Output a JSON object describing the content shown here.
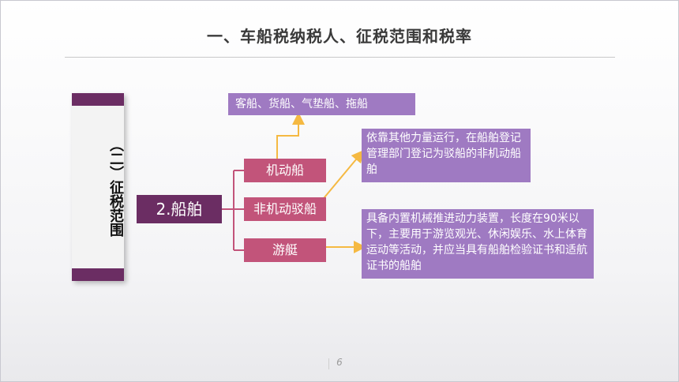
{
  "title": "一、车船税纳税人、征税范围和税率",
  "side_label": "（二）征税范围",
  "main_node": "2.船舶",
  "sub_nodes": [
    "机动船",
    "非机动驳船",
    "游艇"
  ],
  "info_boxes": {
    "motor_types": "客船、货船、气垫船、拖船",
    "barge_desc": "依靠其他力量运行，在船舶登记管理部门登记为驳船的非机动船舶",
    "yacht_desc": "具备内置机械推进动力装置，长度在90米以下，主要用于游览观光、休闲娱乐、水上体育运动等活动，并应当具有船舶检验证书和适航证书的船舶"
  },
  "page_number": "6",
  "colors": {
    "dark_purple": "#6b2d63",
    "pink": "#c2547a",
    "lavender": "#9f7ac2",
    "arrow": "#f5b942",
    "bracket": "#c2547a"
  }
}
